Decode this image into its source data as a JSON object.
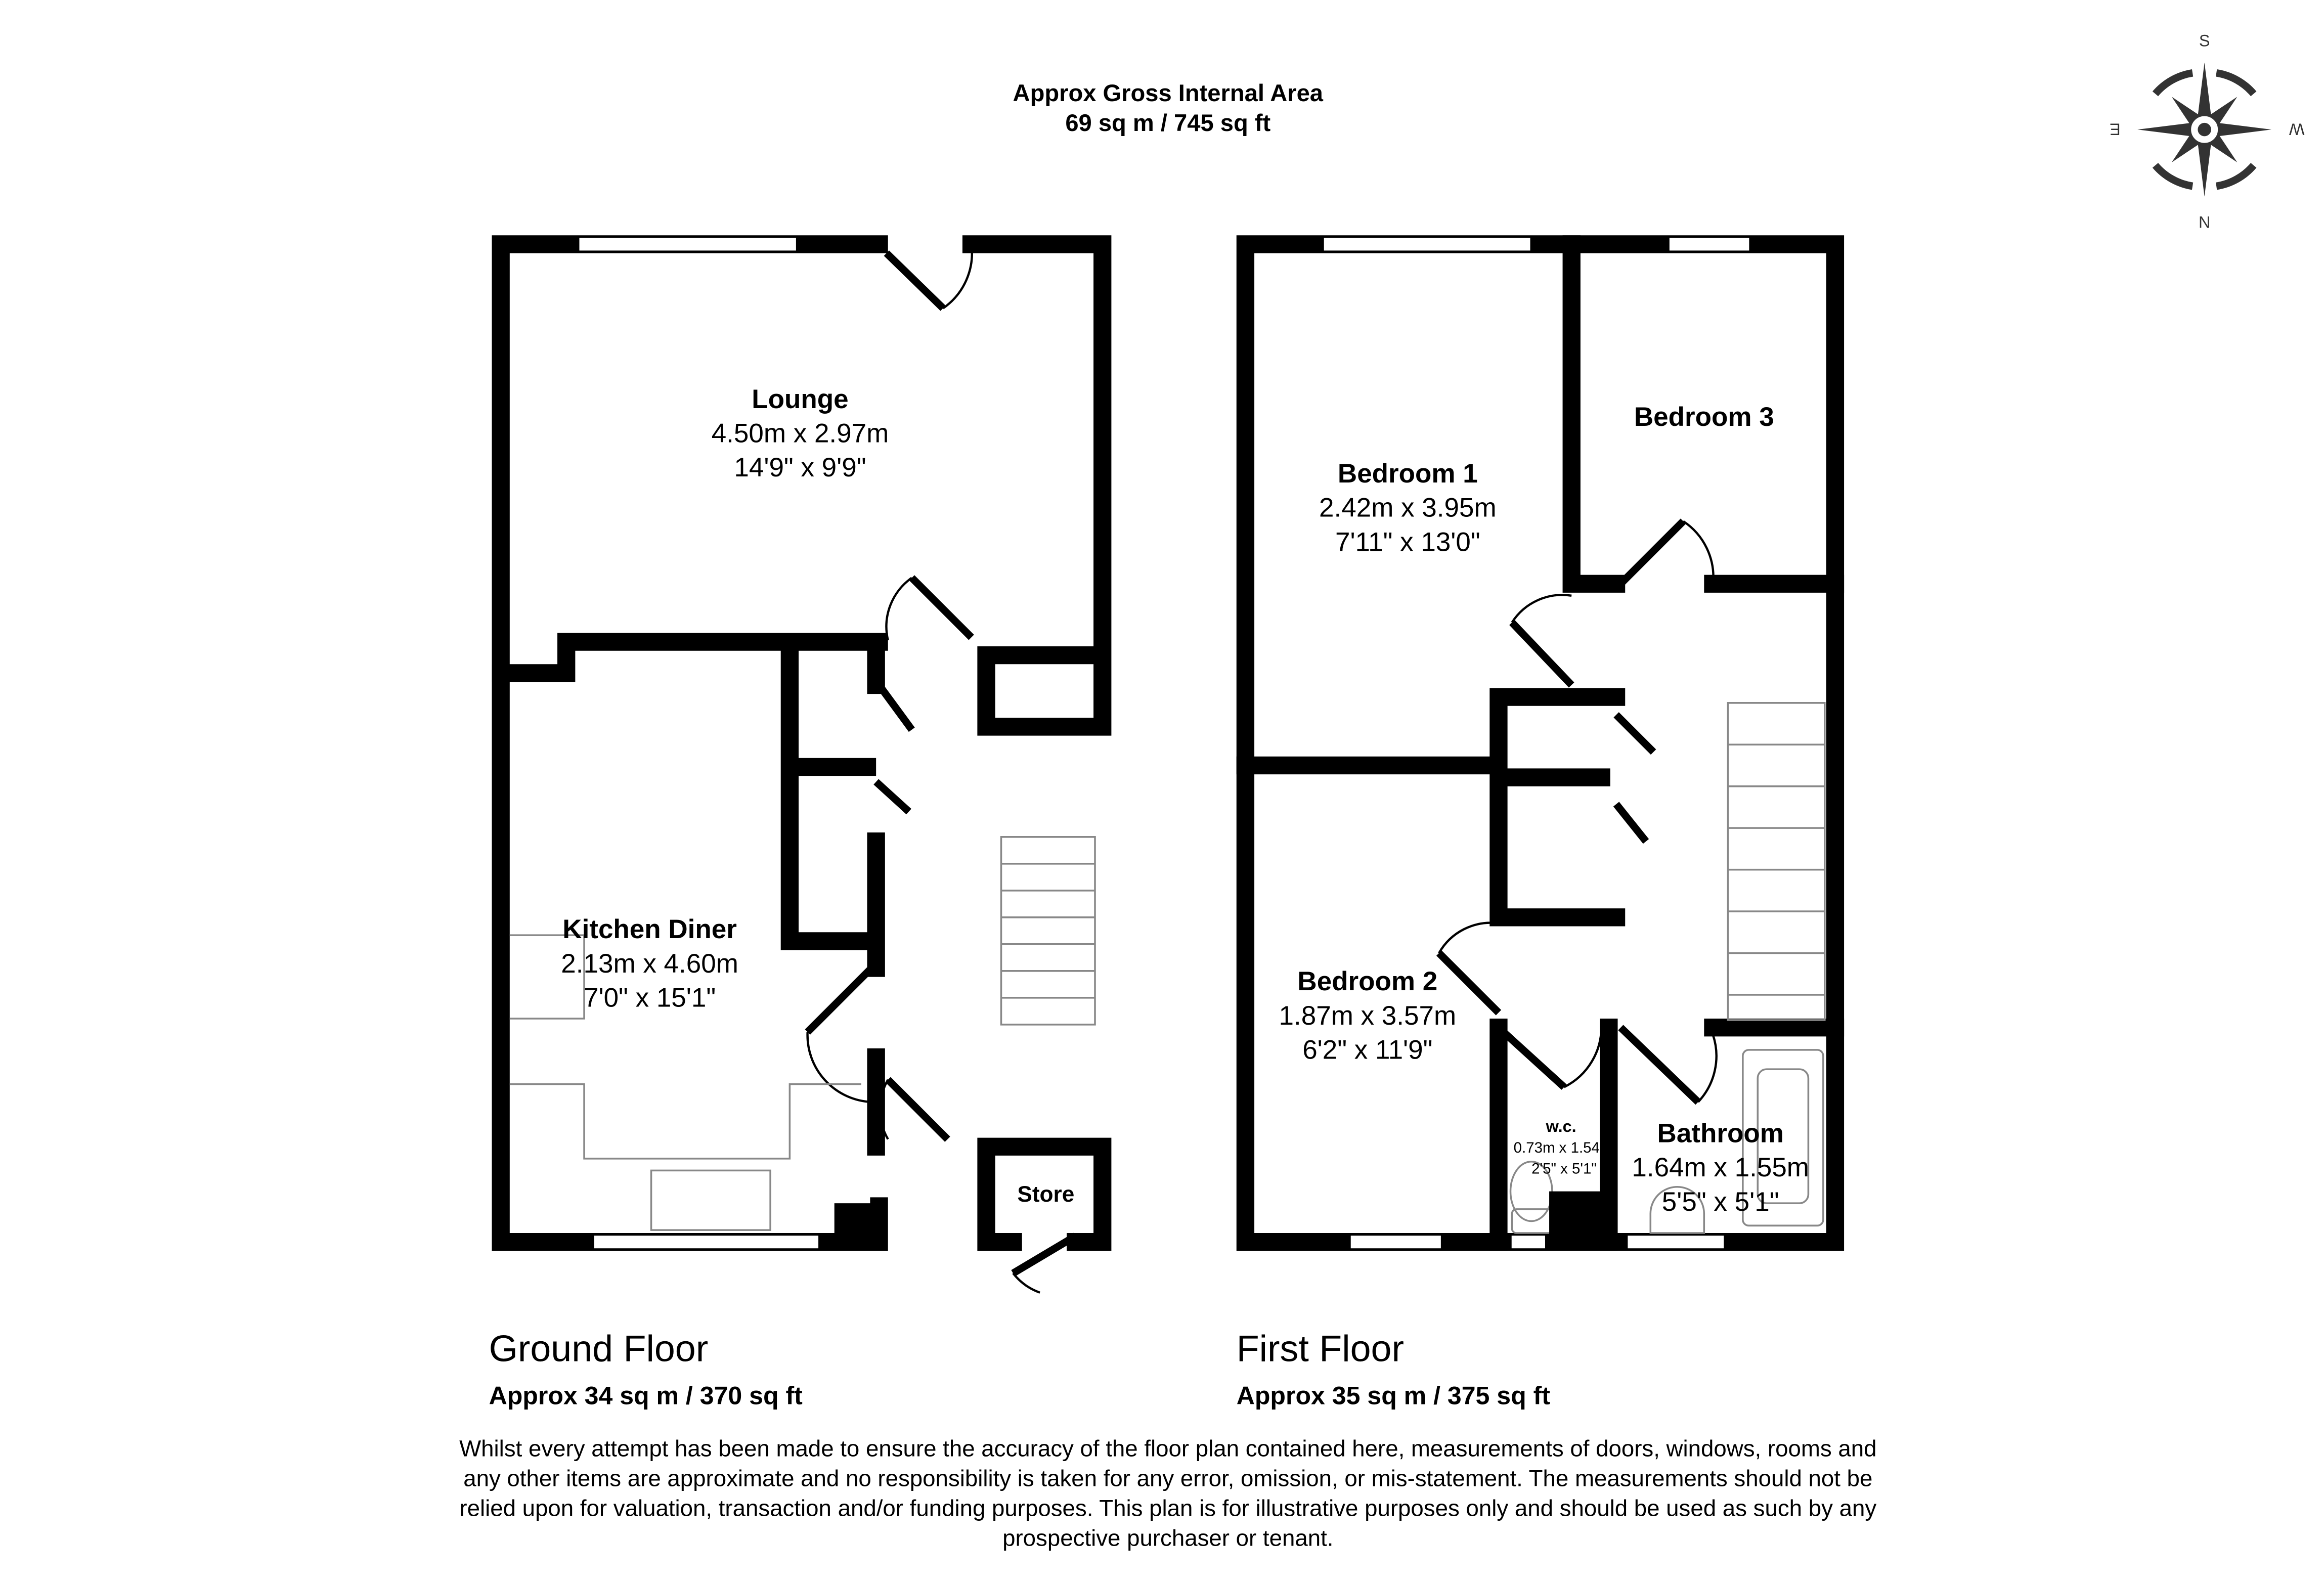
{
  "header": {
    "title": "Approx Gross Internal Area",
    "area": "69 sq m / 745 sq ft"
  },
  "compass": {
    "icon": "compass-rose-icon",
    "top": "S",
    "bottom": "N",
    "left": "E",
    "right": "W"
  },
  "ground_floor": {
    "title": "Ground Floor",
    "area": "Approx 34 sq m / 370 sq ft",
    "rooms": [
      {
        "name": "Lounge",
        "metric": "4.50m x 2.97m",
        "imperial": "14'9\" x 9'9\""
      },
      {
        "name": "Kitchen Diner",
        "metric": "2.13m x 4.60m",
        "imperial": "7'0\" x 15'1\""
      },
      {
        "name": "Store"
      }
    ]
  },
  "first_floor": {
    "title": "First Floor",
    "area": "Approx 35 sq m / 375 sq ft",
    "rooms": [
      {
        "name": "Bedroom 1",
        "metric": "2.42m x 3.95m",
        "imperial": "7'11\" x 13'0\""
      },
      {
        "name": "Bedroom 3"
      },
      {
        "name": "Bedroom 2",
        "metric": "1.87m x 3.57m",
        "imperial": "6'2\" x 11'9\""
      },
      {
        "name": "w.c.",
        "metric": "0.73m x 1.54",
        "imperial": "2'5\" x 5'1\""
      },
      {
        "name": "Bathroom",
        "metric": "1.64m x 1.55m",
        "imperial": "5'5\" x 5'1\""
      }
    ]
  },
  "disclaimer": [
    "Whilst every attempt has been made to ensure the accuracy of the floor plan contained here, measurements of doors, windows, rooms and",
    "any other items are approximate and no responsibility is taken for any error, omission, or mis-statement. The measurements should not be",
    "relied upon for valuation, transaction and/or funding purposes. This plan is for illustrative purposes only and should be used as such by any",
    "prospective purchaser or tenant."
  ]
}
